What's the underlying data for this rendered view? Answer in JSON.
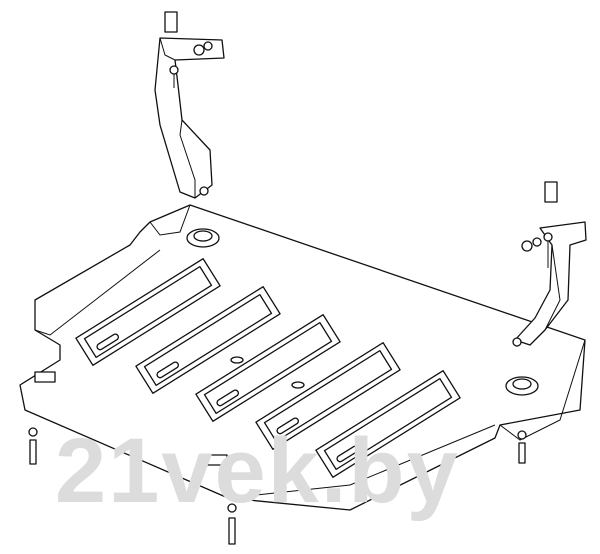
{
  "watermark": "21vek.by",
  "colors": {
    "line": "#111111",
    "background": "#ffffff",
    "watermark": "#e2e2e2"
  },
  "parts": [
    "skid-plate",
    "left-bracket",
    "right-bracket",
    "bolts",
    "nuts",
    "washers",
    "clips"
  ]
}
